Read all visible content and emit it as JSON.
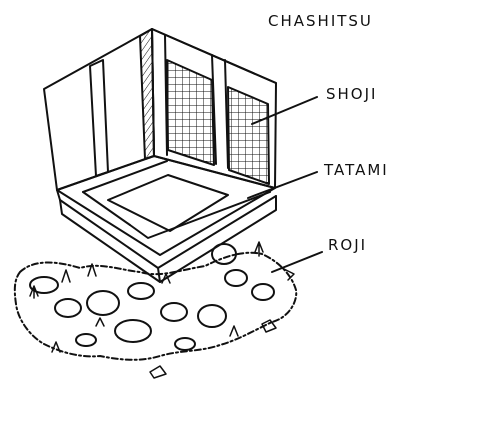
{
  "diagram": {
    "title": "CHASHITSU",
    "labels": {
      "shoji": "SHOJI",
      "tatami": "TATAMI",
      "roji": "ROJI"
    }
  },
  "colors": {
    "ink": "#111111",
    "paper": "#ffffff"
  }
}
